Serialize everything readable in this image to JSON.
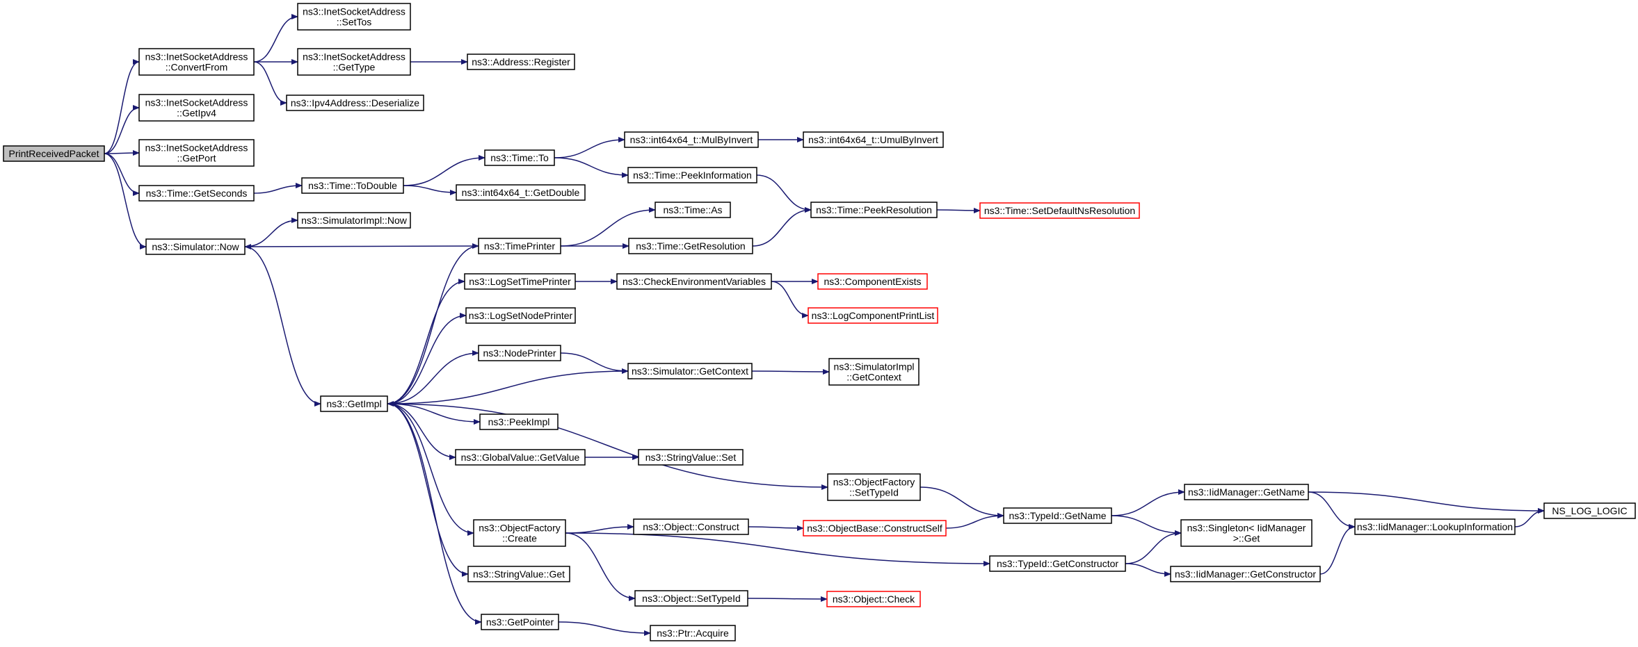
{
  "colors": {
    "edge": "#191970",
    "node_border": "#000000",
    "node_border_truncated": "#ff0000",
    "root_fill": "#bfbfbf",
    "node_fill": "#ffffff"
  },
  "nodes": [
    {
      "id": "print",
      "lines": [
        "PrintReceivedPacket"
      ],
      "root": true
    },
    {
      "id": "convertfrom",
      "lines": [
        "ns3::InetSocketAddress",
        "::ConvertFrom"
      ]
    },
    {
      "id": "settos",
      "lines": [
        "ns3::InetSocketAddress",
        "::SetTos"
      ]
    },
    {
      "id": "gettype",
      "lines": [
        "ns3::InetSocketAddress",
        "::GetType"
      ]
    },
    {
      "id": "register",
      "lines": [
        "ns3::Address::Register"
      ]
    },
    {
      "id": "deserialize",
      "lines": [
        "ns3::Ipv4Address::Deserialize"
      ]
    },
    {
      "id": "getipv4",
      "lines": [
        "ns3::InetSocketAddress",
        "::GetIpv4"
      ]
    },
    {
      "id": "getport",
      "lines": [
        "ns3::InetSocketAddress",
        "::GetPort"
      ]
    },
    {
      "id": "getseconds",
      "lines": [
        "ns3::Time::GetSeconds"
      ]
    },
    {
      "id": "todouble",
      "lines": [
        "ns3::Time::ToDouble"
      ]
    },
    {
      "id": "timeto",
      "lines": [
        "ns3::Time::To"
      ]
    },
    {
      "id": "getdouble",
      "lines": [
        "ns3::int64x64_t::GetDouble"
      ]
    },
    {
      "id": "mulbyinvert",
      "lines": [
        "ns3::int64x64_t::MulByInvert"
      ]
    },
    {
      "id": "umulbyinvert",
      "lines": [
        "ns3::int64x64_t::UmulByInvert"
      ]
    },
    {
      "id": "peekinfo",
      "lines": [
        "ns3::Time::PeekInformation"
      ]
    },
    {
      "id": "peekres",
      "lines": [
        "ns3::Time::PeekResolution"
      ]
    },
    {
      "id": "setdefaultns",
      "lines": [
        "ns3::Time::SetDefaultNsResolution"
      ],
      "truncated": true
    },
    {
      "id": "simnow",
      "lines": [
        "ns3::Simulator::Now"
      ]
    },
    {
      "id": "simimplnow",
      "lines": [
        "ns3::SimulatorImpl::Now"
      ]
    },
    {
      "id": "timeprinter",
      "lines": [
        "ns3::TimePrinter"
      ]
    },
    {
      "id": "timeas",
      "lines": [
        "ns3::Time::As"
      ]
    },
    {
      "id": "getresolution",
      "lines": [
        "ns3::Time::GetResolution"
      ]
    },
    {
      "id": "getimpl",
      "lines": [
        "ns3::GetImpl"
      ]
    },
    {
      "id": "logsettime",
      "lines": [
        "ns3::LogSetTimePrinter"
      ]
    },
    {
      "id": "checkenv",
      "lines": [
        "ns3::CheckEnvironmentVariables"
      ]
    },
    {
      "id": "compexists",
      "lines": [
        "ns3::ComponentExists"
      ],
      "truncated": true
    },
    {
      "id": "logcompprint",
      "lines": [
        "ns3::LogComponentPrintList"
      ],
      "truncated": true
    },
    {
      "id": "logsetnode",
      "lines": [
        "ns3::LogSetNodePrinter"
      ]
    },
    {
      "id": "nodeprinter",
      "lines": [
        "ns3::NodePrinter"
      ]
    },
    {
      "id": "simgetcontext",
      "lines": [
        "ns3::Simulator::GetContext"
      ]
    },
    {
      "id": "simimplgetcontext",
      "lines": [
        "ns3::SimulatorImpl",
        "::GetContext"
      ]
    },
    {
      "id": "peekimpl",
      "lines": [
        "ns3::PeekImpl"
      ]
    },
    {
      "id": "globalgetvalue",
      "lines": [
        "ns3::GlobalValue::GetValue"
      ]
    },
    {
      "id": "stringvalueset",
      "lines": [
        "ns3::StringValue::Set"
      ]
    },
    {
      "id": "ofsettypeid",
      "lines": [
        "ns3::ObjectFactory",
        "::SetTypeId"
      ]
    },
    {
      "id": "typeidgetname",
      "lines": [
        "ns3::TypeId::GetName"
      ]
    },
    {
      "id": "iidgetname",
      "lines": [
        "ns3::IidManager::GetName"
      ]
    },
    {
      "id": "nslog",
      "lines": [
        "NS_LOG_LOGIC"
      ]
    },
    {
      "id": "iidlookup",
      "lines": [
        "ns3::IidManager::LookupInformation"
      ]
    },
    {
      "id": "singletonget",
      "lines": [
        "ns3::Singleton< IidManager",
        " >::Get"
      ]
    },
    {
      "id": "ofcreate",
      "lines": [
        "ns3::ObjectFactory",
        "::Create"
      ]
    },
    {
      "id": "objconstruct",
      "lines": [
        "ns3::Object::Construct"
      ]
    },
    {
      "id": "constructself",
      "lines": [
        "ns3::ObjectBase::ConstructSelf"
      ],
      "truncated": true
    },
    {
      "id": "typeidgetctor",
      "lines": [
        "ns3::TypeId::GetConstructor"
      ]
    },
    {
      "id": "iidgetctor",
      "lines": [
        "ns3::IidManager::GetConstructor"
      ]
    },
    {
      "id": "stringvalueget",
      "lines": [
        "ns3::StringValue::Get"
      ]
    },
    {
      "id": "objsettypeid",
      "lines": [
        "ns3::Object::SetTypeId"
      ]
    },
    {
      "id": "objcheck",
      "lines": [
        "ns3::Object::Check"
      ],
      "truncated": true
    },
    {
      "id": "getpointer",
      "lines": [
        "ns3::GetPointer"
      ]
    },
    {
      "id": "ptracquire",
      "lines": [
        "ns3::Ptr::Acquire"
      ]
    }
  ],
  "edges": [
    [
      "print",
      "convertfrom"
    ],
    [
      "print",
      "getipv4"
    ],
    [
      "print",
      "getport"
    ],
    [
      "print",
      "getseconds"
    ],
    [
      "print",
      "simnow"
    ],
    [
      "convertfrom",
      "settos"
    ],
    [
      "convertfrom",
      "gettype"
    ],
    [
      "convertfrom",
      "deserialize"
    ],
    [
      "gettype",
      "register"
    ],
    [
      "getseconds",
      "todouble"
    ],
    [
      "todouble",
      "timeto"
    ],
    [
      "todouble",
      "getdouble"
    ],
    [
      "timeto",
      "mulbyinvert"
    ],
    [
      "timeto",
      "peekinfo"
    ],
    [
      "mulbyinvert",
      "umulbyinvert"
    ],
    [
      "peekinfo",
      "peekres"
    ],
    [
      "peekres",
      "setdefaultns"
    ],
    [
      "simnow",
      "simimplnow"
    ],
    [
      "simnow",
      "getimpl"
    ],
    [
      "timeprinter",
      "simnow"
    ],
    [
      "timeprinter",
      "timeas"
    ],
    [
      "timeprinter",
      "getresolution"
    ],
    [
      "getresolution",
      "peekres"
    ],
    [
      "getimpl",
      "timeprinter"
    ],
    [
      "getimpl",
      "logsettime"
    ],
    [
      "getimpl",
      "logsetnode"
    ],
    [
      "getimpl",
      "nodeprinter"
    ],
    [
      "getimpl",
      "peekimpl"
    ],
    [
      "getimpl",
      "globalgetvalue"
    ],
    [
      "getimpl",
      "ofsettypeid"
    ],
    [
      "getimpl",
      "ofcreate"
    ],
    [
      "getimpl",
      "stringvalueget"
    ],
    [
      "getimpl",
      "getpointer"
    ],
    [
      "logsettime",
      "checkenv"
    ],
    [
      "checkenv",
      "compexists"
    ],
    [
      "checkenv",
      "logcompprint"
    ],
    [
      "nodeprinter",
      "simgetcontext"
    ],
    [
      "simgetcontext",
      "getimpl"
    ],
    [
      "simgetcontext",
      "simimplgetcontext"
    ],
    [
      "globalgetvalue",
      "stringvalueset"
    ],
    [
      "ofsettypeid",
      "typeidgetname"
    ],
    [
      "typeidgetname",
      "iidgetname"
    ],
    [
      "typeidgetname",
      "singletonget"
    ],
    [
      "iidgetname",
      "nslog"
    ],
    [
      "iidgetname",
      "iidlookup"
    ],
    [
      "iidlookup",
      "nslog"
    ],
    [
      "ofcreate",
      "objconstruct"
    ],
    [
      "ofcreate",
      "typeidgetctor"
    ],
    [
      "ofcreate",
      "objsettypeid"
    ],
    [
      "objconstruct",
      "constructself"
    ],
    [
      "constructself",
      "typeidgetname"
    ],
    [
      "typeidgetctor",
      "singletonget"
    ],
    [
      "typeidgetctor",
      "iidgetctor"
    ],
    [
      "iidgetctor",
      "iidlookup"
    ],
    [
      "objsettypeid",
      "objcheck"
    ],
    [
      "getpointer",
      "ptracquire"
    ]
  ]
}
